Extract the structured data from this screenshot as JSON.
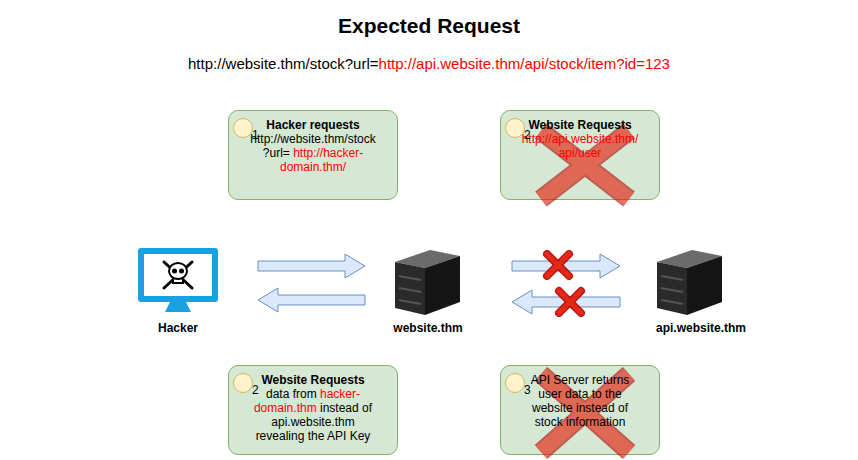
{
  "diagram": {
    "title": "Expected Request",
    "nodes": [
      {
        "text": [
          "Hacker requests",
          "http://website.thm/stock?url=",
          "http://hacker-domain.thm/"
        ]
      },
      {
        "text": [
          "1"
        ],
        "in": 0
      },
      {
        "text": [
          "Website Requests",
          "http://api.website.thm/api/user"
        ]
      },
      {
        "text": [
          "2"
        ],
        "in": 2
      },
      {
        "text": [
          "Hacker"
        ]
      },
      {
        "text": [
          "website.thm"
        ]
      },
      {
        "text": [
          "api.website.thm"
        ]
      },
      {
        "text": [
          "Website Requests",
          "data from",
          "hacker-domain.thm",
          "instead of api.website.thm revealing the API Key"
        ]
      },
      {
        "text": [
          "2"
        ],
        "in": 7
      },
      {
        "text": [
          "API Server returns user data to the website instead of stock information"
        ]
      },
      {
        "text": [
          "3"
        ],
        "in": 9
      }
    ],
    "edges": [
      {
        "from": 4,
        "to": 5,
        "arrow": "to"
      },
      {
        "from": 5,
        "to": 4,
        "arrow": "to"
      },
      {
        "from": 5,
        "to": 6,
        "arrow": "to"
      },
      {
        "from": 6,
        "to": 5,
        "arrow": "to"
      }
    ],
    "labels": [
      "http://website.thm/stock?url=",
      "http://api.website.thm/api/stock/item?id=123"
    ]
  }
}
